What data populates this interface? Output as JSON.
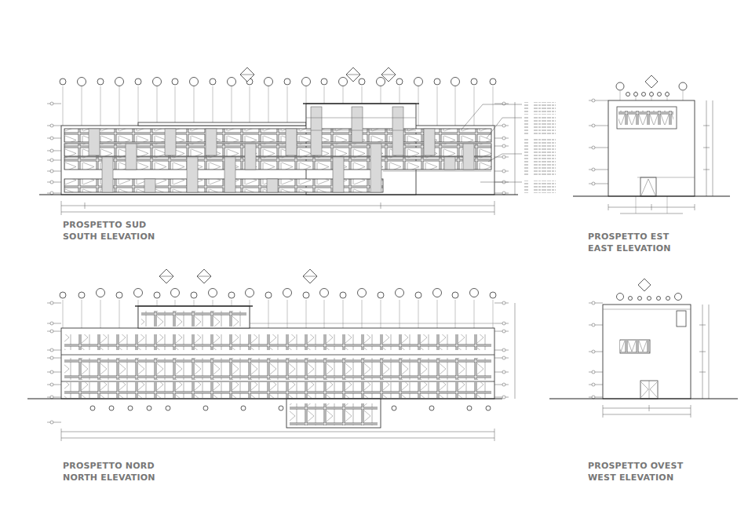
{
  "diagram": {
    "labels": [
      "PROSPETTO SUD",
      "SOUTH ELEVATION",
      "PROSPETTO EST",
      "EAST ELEVATION",
      "PROSPETTO NORD",
      "NORTH ELEVATION",
      "PROSPETTO OVEST",
      "WEST ELEVATION"
    ]
  }
}
